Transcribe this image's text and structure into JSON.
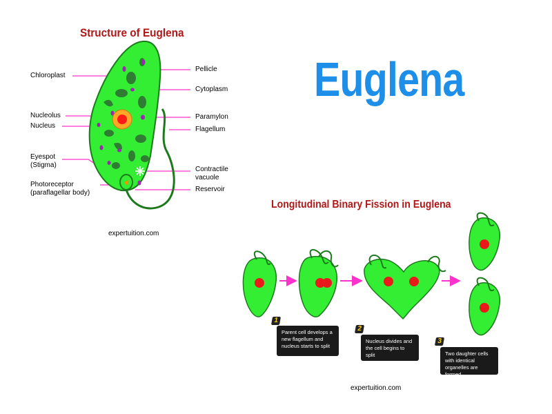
{
  "structure_title": "Structure of Euglena",
  "main_title": "Euglena",
  "fission_title": "Longitudinal Binary Fission in Euglena",
  "labels": {
    "chloroplast": "Chloroplast",
    "nucleolus": "Nucleolus",
    "nucleus": "Nucleus",
    "eyespot_line1": "Eyespot",
    "eyespot_line2": "(Stigma)",
    "photoreceptor_line1": "Photoreceptor",
    "photoreceptor_line2": "(paraflagellar body)",
    "pellicle": "Pellicle",
    "cytoplasm": "Cytoplasm",
    "paramylon": "Paramylon",
    "flagellum": "Flagellum",
    "contractile_line1": "Contractile",
    "contractile_line2": "vacuole",
    "reservoir": "Reservoir"
  },
  "credit_structure": "expertuition.com",
  "credit_fission": "expertuition.com",
  "steps": [
    {
      "number": "1",
      "text": "Parent cell develops a new flagellum and nucleus starts to split"
    },
    {
      "number": "2",
      "text": "Nucleus divides and the cell begins to split"
    },
    {
      "number": "3",
      "text": "Two daughter cells with identical organelles are formed"
    }
  ],
  "colors": {
    "cell_body": "#33ee33",
    "cell_outline": "#1c7a1c",
    "chloroplast": "#2e7d32",
    "paramylon": "#9c27b0",
    "nucleus": "#ffa726",
    "nucleolus": "#ff1a1a",
    "leader_line": "#ff33cc",
    "arrow": "#ff33cc",
    "structure_title": "#b01818",
    "main_title": "#1e8fe8",
    "step_box": "#1a1a1a",
    "step_number": "#ffd400"
  }
}
